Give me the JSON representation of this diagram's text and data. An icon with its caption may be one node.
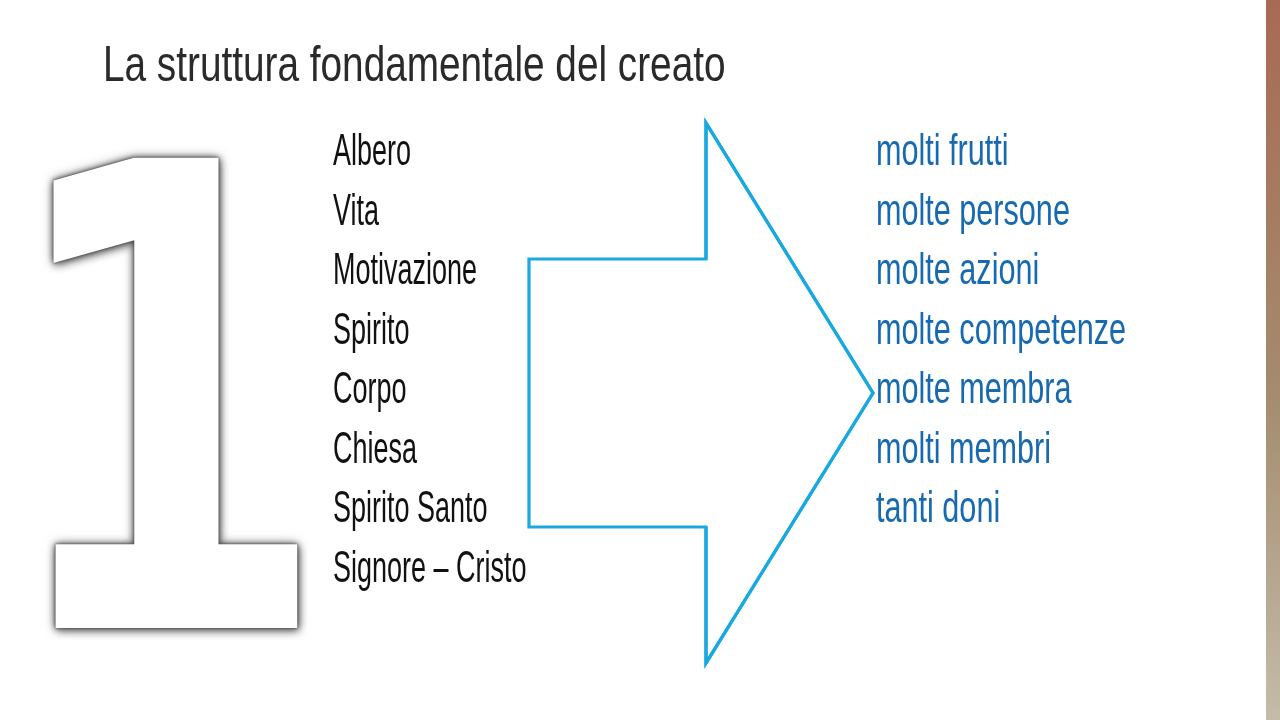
{
  "diagram": {
    "title": "La struttura fondamentale del creato",
    "nodes": [
      {
        "text": [
          "Albero",
          "Vita",
          "Motivazione",
          "Spirito",
          "Corpo",
          "Chiesa",
          "Spirito Santo",
          "Signore – Cristo"
        ]
      },
      {
        "text": [
          "molti frutti",
          "molte persone",
          "molte azioni",
          "molte competenze",
          "molte membra",
          "molti membri",
          "tanti doni"
        ]
      }
    ],
    "edges": [
      {
        "from": 0,
        "to": 1,
        "arrow": "to"
      }
    ],
    "labels": [
      "1"
    ]
  }
}
